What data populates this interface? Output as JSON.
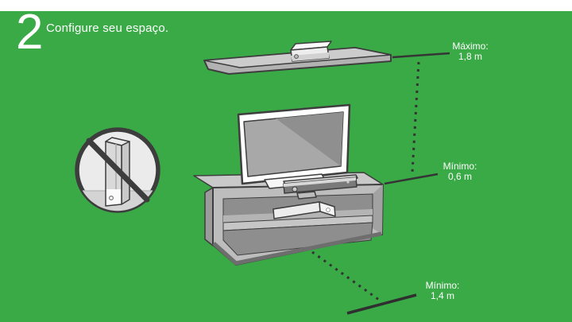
{
  "header": {
    "step_number": "2",
    "title": "Configure seu espaço."
  },
  "measurements": {
    "maximum_height": {
      "label": "Máximo:",
      "value": "1,8 m"
    },
    "minimum_height": {
      "label": "Mínimo:",
      "value": "0,6 m"
    },
    "minimum_distance": {
      "label": "Mínimo:",
      "value": "1,4 m"
    }
  },
  "icons": {
    "prohibition": "no-vertical-console-icon",
    "sensor_on_shelf": "kinect-sensor-icon",
    "sensor_on_stand": "kinect-sensor-icon",
    "console": "xbox-console-icon",
    "television": "tv-icon",
    "shelf": "wall-shelf-icon",
    "stand": "media-stand-icon"
  },
  "colors": {
    "background": "#3aaa47",
    "top_bar": "#ffffff",
    "outline": "#3e3e3e",
    "text": "#ffffff",
    "illustration_gray": "#c9c9c9"
  }
}
